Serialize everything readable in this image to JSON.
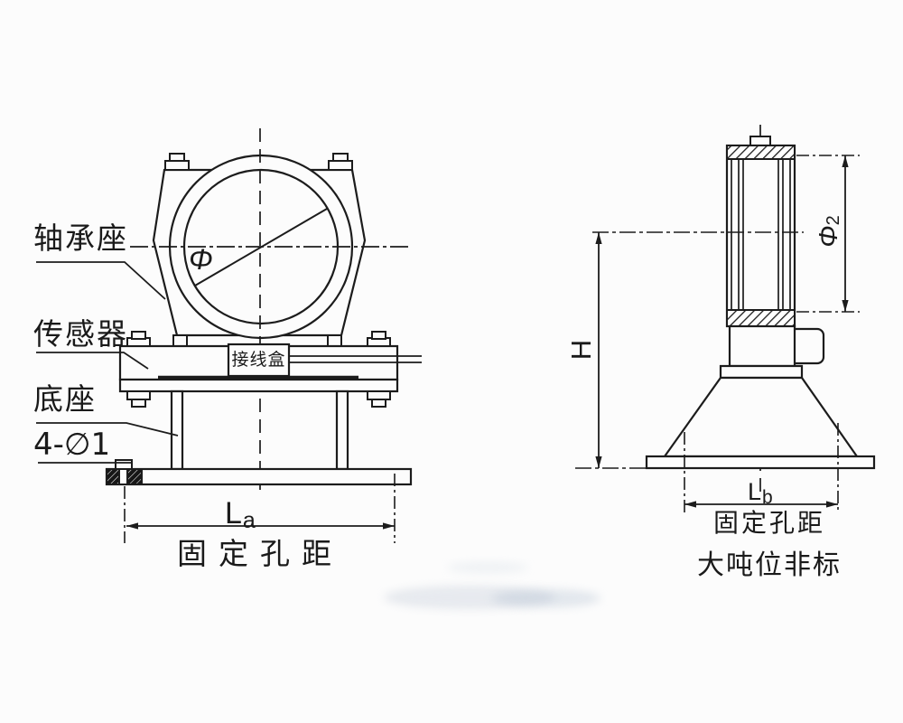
{
  "colors": {
    "line": "#1c1c1c",
    "background": "#fcfcfc"
  },
  "left_view": {
    "labels": {
      "bearing_seat": "轴承座",
      "sensor": "传感器",
      "base": "底座",
      "holes": "4-∅1",
      "junction_box": "接线盒",
      "bore_diameter": "Φ"
    },
    "dimensions": {
      "la_main": "L",
      "la_sub": "a",
      "hole_distance": "固定孔距"
    }
  },
  "right_view": {
    "dimensions": {
      "h": "H",
      "phi2_main": "Φ",
      "phi2_sub": "2",
      "lb_main": "L",
      "lb_sub": "b",
      "hole_distance": "固定孔距"
    },
    "note": "大吨位非标"
  }
}
